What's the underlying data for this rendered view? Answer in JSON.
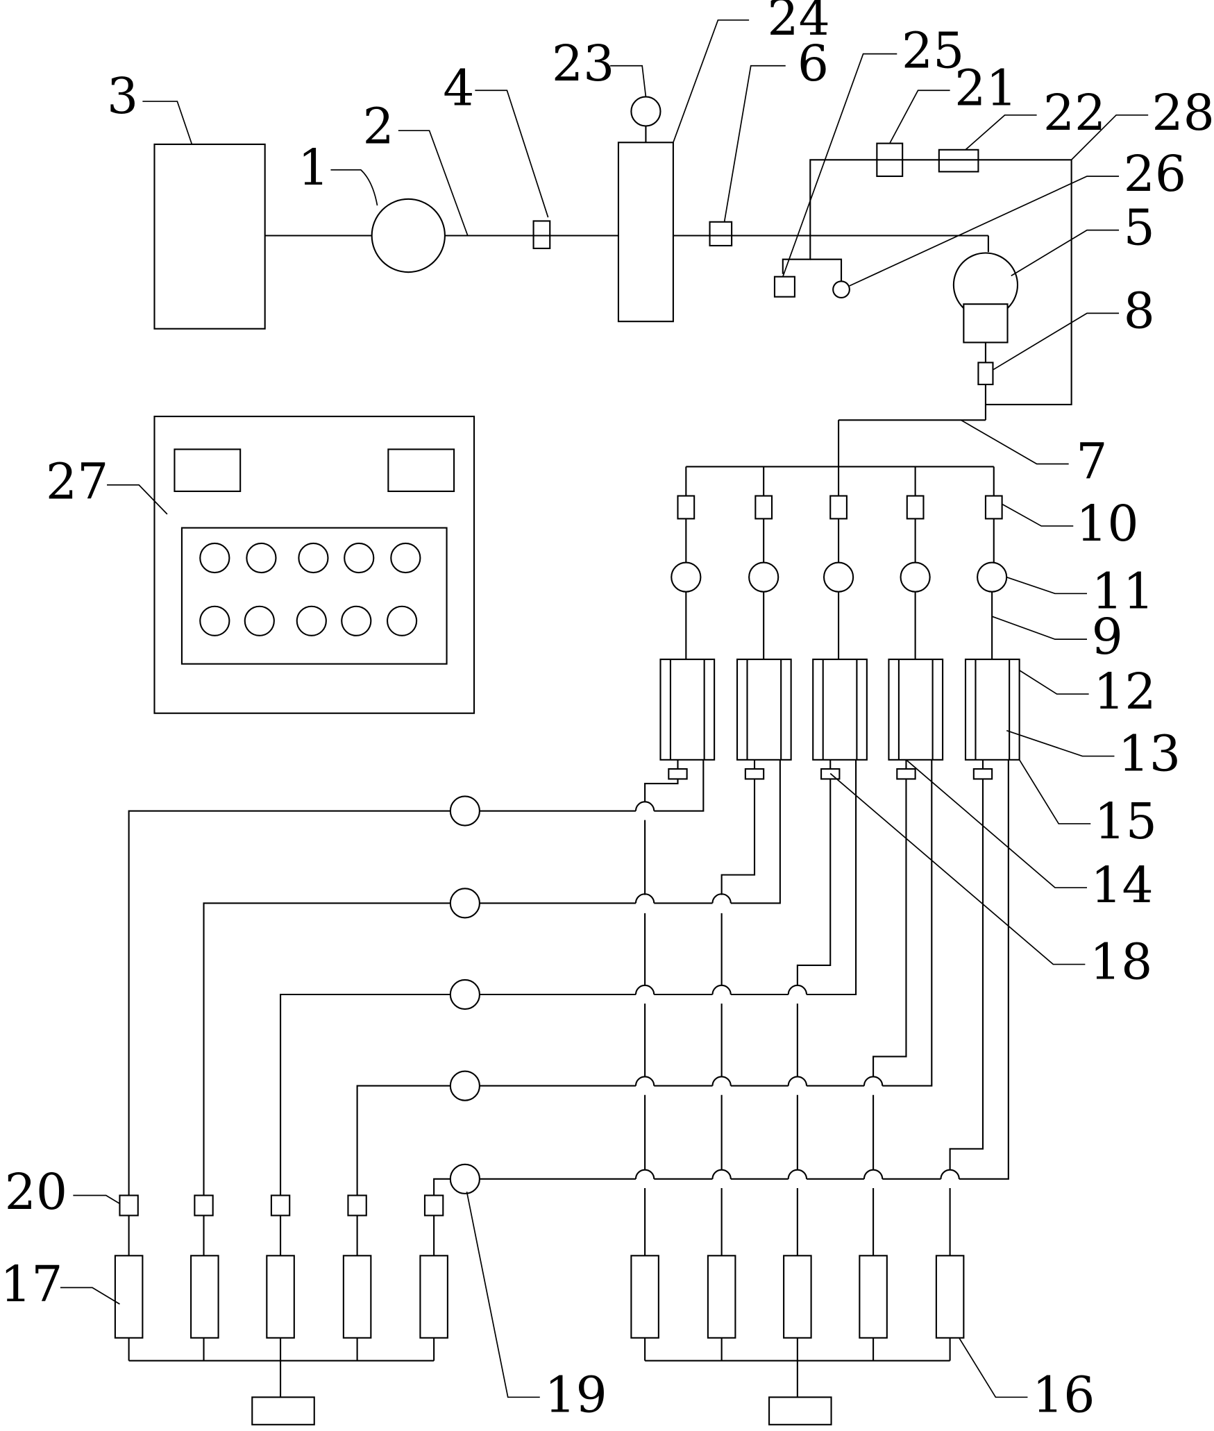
{
  "labels": {
    "l1": "1",
    "l2": "2",
    "l3": "3",
    "l4": "4",
    "l5": "5",
    "l6": "6",
    "l7": "7",
    "l8": "8",
    "l9": "9",
    "l10": "10",
    "l11": "11",
    "l12": "12",
    "l13": "13",
    "l14": "14",
    "l15": "15",
    "l16": "16",
    "l17": "17",
    "l18": "18",
    "l19": "19",
    "l20": "20",
    "l21": "21",
    "l22": "22",
    "l23": "23",
    "l24": "24",
    "l25": "25",
    "l26": "26",
    "l27": "27",
    "l28": "28"
  },
  "colors": {
    "stroke": "#000000",
    "background": "#ffffff"
  }
}
